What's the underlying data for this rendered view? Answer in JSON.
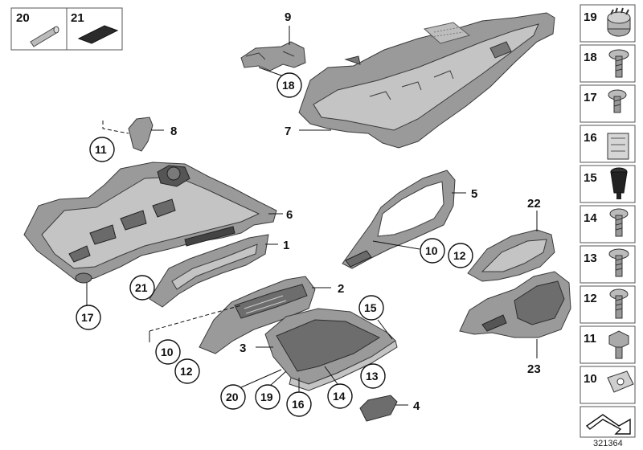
{
  "diagram": {
    "id_label": "321364",
    "callouts": {
      "c1": "1",
      "c2": "2",
      "c3": "3",
      "c4": "4",
      "c5": "5",
      "c6": "6",
      "c7": "7",
      "c8": "8",
      "c9": "9"
    },
    "circled": {
      "c10a": "10",
      "c12a": "12",
      "c10b": "10",
      "c12b": "12",
      "c11": "11",
      "c13": "13",
      "c14": "14",
      "c15": "15",
      "c16": "16",
      "c17": "17",
      "c18": "18",
      "c19": "19",
      "c20": "20",
      "c21": "21"
    },
    "plain": {
      "c22": "22",
      "c23": "23"
    },
    "topbox": {
      "a": "20",
      "b": "21"
    },
    "sidebar": [
      "19",
      "18",
      "17",
      "16",
      "15",
      "14",
      "13",
      "12",
      "11",
      "10"
    ],
    "icons": {
      "pin": "pin-icon",
      "pad": "adhesive-pad-icon",
      "gear": "gear-icon",
      "screw": "screw-icon",
      "clip": "clip-icon",
      "plug": "rubber-buffer-icon",
      "nut": "nut-icon",
      "arrow": "assembly-arrow-icon"
    }
  }
}
